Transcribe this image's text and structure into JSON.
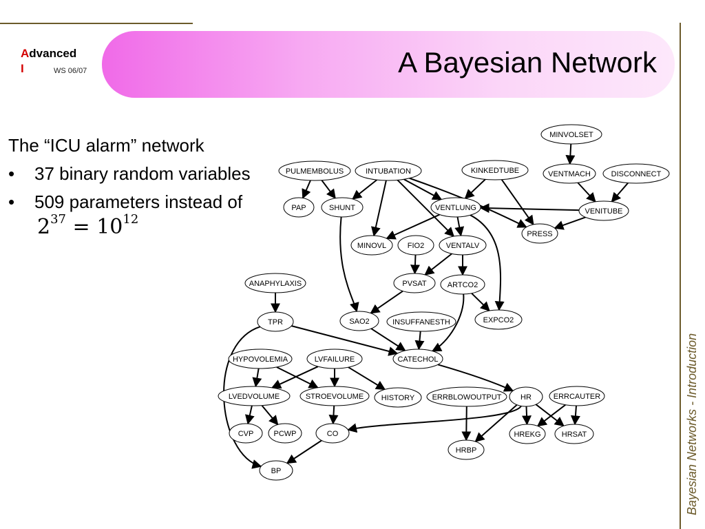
{
  "header": {
    "logo_initial": "A",
    "logo_rest": "dvanced",
    "logo_line2": "I",
    "semester": "WS 06/07",
    "title": "A Bayesian Network"
  },
  "content": {
    "intro": "The “ICU alarm” network",
    "bullet_symbol": "•",
    "bullets": [
      "37 binary random variables",
      "509 parameters instead of"
    ],
    "math_base": "2",
    "math_exp": "37",
    "math_eq": " = 10",
    "math_exp2": "12"
  },
  "side_label": "Bayesian Networks - Introduction",
  "colors": {
    "title_gradient_start": "#f06ae8",
    "title_gradient_end": "#fde8fb",
    "rule": "#6b5a2a",
    "logo_red": "#d40000"
  },
  "network": {
    "nodes": [
      "MINVOLSET",
      "PULMEMBOLUS",
      "INTUBATION",
      "KINKEDTUBE",
      "VENTMACH",
      "DISCONNECT",
      "PAP",
      "SHUNT",
      "VENTLUNG",
      "VENITUBE",
      "PRESS",
      "MINOVL",
      "FIO2",
      "VENTALV",
      "ANAPHYLAXIS",
      "PVSAT",
      "ARTCO2",
      "EXPCO2",
      "TPR",
      "SAO2",
      "INSUFFANESTH",
      "HYPOVOLEMIA",
      "LVFAILURE",
      "CATECHOL",
      "LVEDVOLUME",
      "STROEVOLUME",
      "HISTORY",
      "ERRBLOWOUTPUT",
      "HR",
      "ERRCAUTER",
      "CVP",
      "PCWP",
      "CO",
      "HREKG",
      "HRSAT",
      "HRBP",
      "BP"
    ],
    "edges": [
      [
        "MINVOLSET",
        "VENTMACH"
      ],
      [
        "VENTMACH",
        "VENITUBE"
      ],
      [
        "DISCONNECT",
        "VENITUBE"
      ],
      [
        "PULMEMBOLUS",
        "PAP"
      ],
      [
        "PULMEMBOLUS",
        "SHUNT"
      ],
      [
        "INTUBATION",
        "SHUNT"
      ],
      [
        "INTUBATION",
        "MINOVL"
      ],
      [
        "INTUBATION",
        "VENTLUNG"
      ],
      [
        "INTUBATION",
        "VENTALV"
      ],
      [
        "INTUBATION",
        "PRESS"
      ],
      [
        "KINKEDTUBE",
        "VENTLUNG"
      ],
      [
        "KINKEDTUBE",
        "PRESS"
      ],
      [
        "VENITUBE",
        "VENTLUNG"
      ],
      [
        "VENITUBE",
        "PRESS"
      ],
      [
        "VENTLUNG",
        "MINOVL"
      ],
      [
        "VENTLUNG",
        "VENTALV"
      ],
      [
        "VENTLUNG",
        "EXPCO2"
      ],
      [
        "FIO2",
        "PVSAT"
      ],
      [
        "VENTALV",
        "PVSAT"
      ],
      [
        "VENTALV",
        "ARTCO2"
      ],
      [
        "ARTCO2",
        "EXPCO2"
      ],
      [
        "ARTCO2",
        "CATECHOL"
      ],
      [
        "PVSAT",
        "SAO2"
      ],
      [
        "SHUNT",
        "SAO2"
      ],
      [
        "ANAPHYLAXIS",
        "TPR"
      ],
      [
        "TPR",
        "CATECHOL"
      ],
      [
        "TPR",
        "BP"
      ],
      [
        "SAO2",
        "CATECHOL"
      ],
      [
        "INSUFFANESTH",
        "CATECHOL"
      ],
      [
        "CATECHOL",
        "HR"
      ],
      [
        "HYPOVOLEMIA",
        "LVEDVOLUME"
      ],
      [
        "HYPOVOLEMIA",
        "STROEVOLUME"
      ],
      [
        "LVFAILURE",
        "LVEDVOLUME"
      ],
      [
        "LVFAILURE",
        "STROEVOLUME"
      ],
      [
        "LVFAILURE",
        "HISTORY"
      ],
      [
        "LVEDVOLUME",
        "CVP"
      ],
      [
        "LVEDVOLUME",
        "PCWP"
      ],
      [
        "STROEVOLUME",
        "CO"
      ],
      [
        "HR",
        "CO"
      ],
      [
        "HR",
        "HRBP"
      ],
      [
        "HR",
        "HREKG"
      ],
      [
        "HR",
        "HRSAT"
      ],
      [
        "ERRCAUTER",
        "HREKG"
      ],
      [
        "ERRCAUTER",
        "HRSAT"
      ],
      [
        "ERRBLOWOUTPUT",
        "HRBP"
      ],
      [
        "CO",
        "BP"
      ]
    ]
  }
}
